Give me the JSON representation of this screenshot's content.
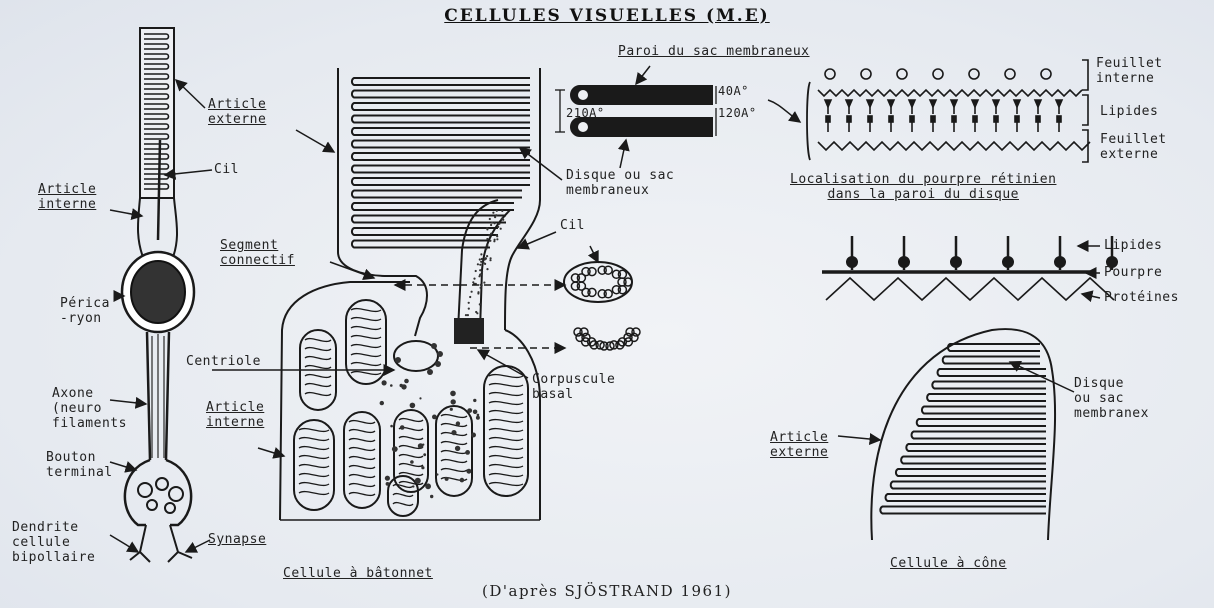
{
  "title": "CELLULES VISUELLES (M.E)",
  "credit": "(D'après SJÖSTRAND 1961)",
  "rod_cell": {
    "caption": "Cellule à bâtonnet",
    "labels": {
      "article_externe": "Article\nexterne",
      "cil": "Cil",
      "article_interne": "Article\ninterne",
      "pericaryon": "Périca\n-ryon",
      "axone": "Axone\n(neuro\nfilaments",
      "bouton_terminal": "Bouton\nterminal",
      "dendrite": "Dendrite\ncellule\nbipollaire",
      "synapse": "Synapse"
    }
  },
  "rod_detail": {
    "article_externe": "Article\nexterne",
    "segment_connectif": "Segment\nconnectif",
    "cil": "Cil",
    "disque": "Disque ou sac\nmembraneux",
    "centriole": "Centriole",
    "article_interne": "Article\ninterne",
    "corpuscule": "Corpuscule\nbasal"
  },
  "membrane": {
    "paroi": "Paroi du sac membraneux",
    "dim_40": "40A°",
    "dim_120": "120A°",
    "dim_210": "210A°"
  },
  "pigment": {
    "feuillet_interne": "Feuillet\ninterne",
    "lipides": "Lipides",
    "feuillet_externe": "Feuillet\nexterne",
    "caption": "Localisation du pourpre rétinien\ndans la paroi du disque"
  },
  "proteins": {
    "lipides": "Lipides",
    "pourpre": "Pourpre",
    "proteines": "Protéines"
  },
  "cone_cell": {
    "disque": "Disque\nou sac\nmembranex",
    "article_externe": "Article\nexterne",
    "caption": "Cellule à cône"
  }
}
